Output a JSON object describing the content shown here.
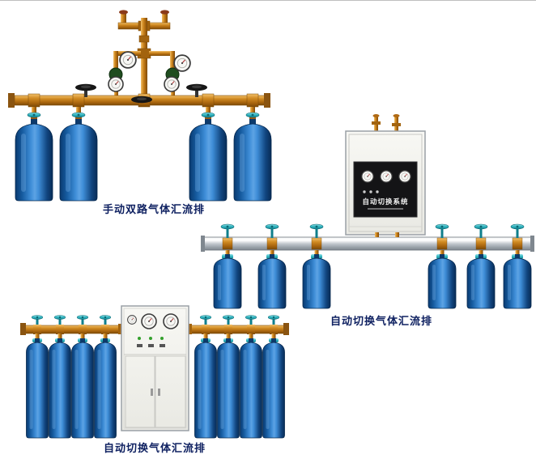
{
  "page": {
    "background": "#ffffff",
    "caption_color": "#0f2161"
  },
  "products": {
    "manual_dual": {
      "caption": "手动双路气体汇流排"
    },
    "auto_wall": {
      "caption": "自动切换气体汇流排",
      "cabinet_label": "自动切换系统"
    },
    "auto_floor": {
      "caption": "自动切换气体汇流排"
    }
  },
  "colors": {
    "cylinder_blue": "#3f8ed8",
    "cylinder_blue_dark": "#0a3a70",
    "brass": "#c87f1f",
    "teal_valve": "#2fb3bf",
    "rail_silver": "#c3c9cf",
    "cabinet_body": "#f3f3ef",
    "control_panel": "#141416"
  }
}
